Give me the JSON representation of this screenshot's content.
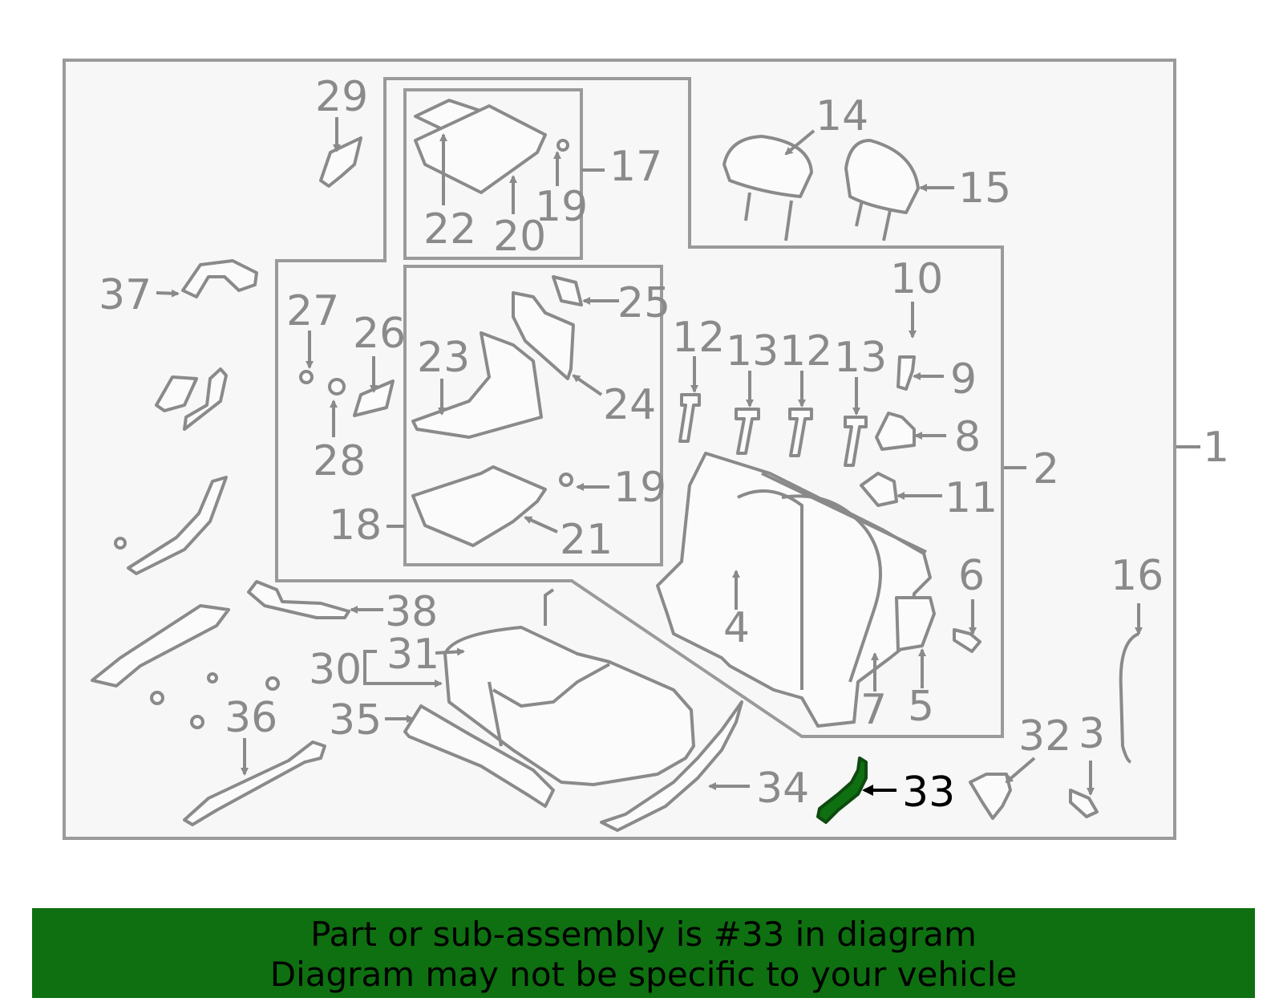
{
  "banner": {
    "line1": "Part or sub-assembly is #33 in diagram",
    "line2": "Diagram may not be specific to your vehicle",
    "background": "#0e7010"
  },
  "highlight": {
    "part_number": "33",
    "color": "#0e7010"
  },
  "callouts": {
    "c1": "1",
    "c2": "2",
    "c3": "3",
    "c4": "4",
    "c5": "5",
    "c6": "6",
    "c7": "7",
    "c8": "8",
    "c9": "9",
    "c10": "10",
    "c11": "11",
    "c12a": "12",
    "c13a": "13",
    "c12b": "12",
    "c13b": "13",
    "c14": "14",
    "c15": "15",
    "c16": "16",
    "c17": "17",
    "c18": "18",
    "c19a": "19",
    "c19b": "19",
    "c20": "20",
    "c21": "21",
    "c22": "22",
    "c23": "23",
    "c24": "24",
    "c25": "25",
    "c26": "26",
    "c27": "27",
    "c28": "28",
    "c29": "29",
    "c30": "30",
    "c31": "31",
    "c32": "32",
    "c33": "33",
    "c34": "34",
    "c35": "35",
    "c36": "36",
    "c37": "37",
    "c38": "38"
  }
}
